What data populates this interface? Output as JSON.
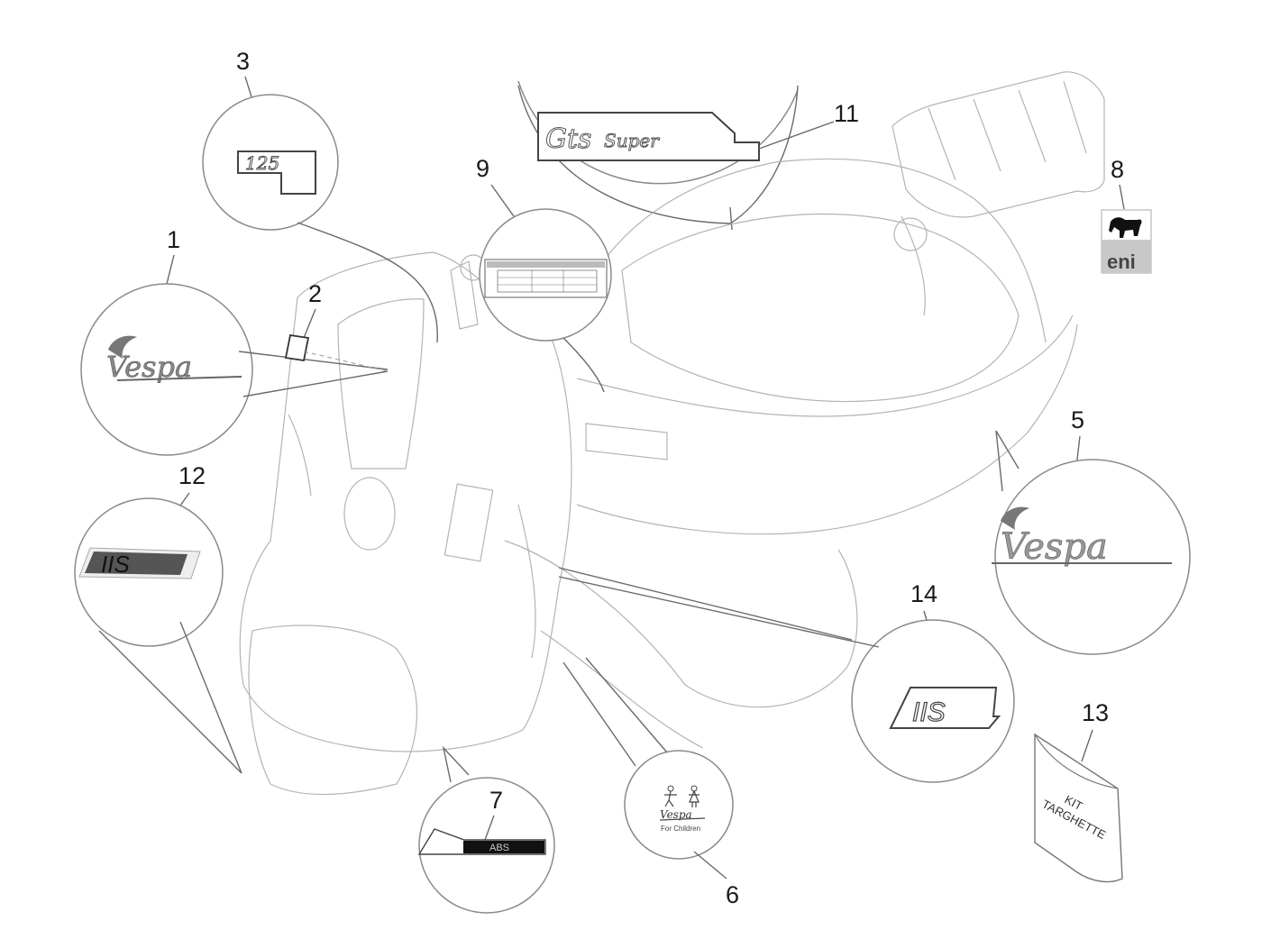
{
  "diagram": {
    "title": "Vespa GTS Super plates / emblems exploded view",
    "parts": [
      {
        "number": "1",
        "label": "1",
        "emblem_text": "Vespa",
        "description": "Vespa logo emblem (front shield)"
      },
      {
        "number": "2",
        "label": "2",
        "description": "small plate"
      },
      {
        "number": "3",
        "label": "3",
        "emblem_text": "125",
        "description": "125 badge"
      },
      {
        "number": "5",
        "label": "5",
        "emblem_text": "Vespa",
        "description": "Vespa logo emblem (side panel)"
      },
      {
        "number": "6",
        "label": "6",
        "emblem_text": "Vespa",
        "sub_text": "For Children",
        "description": "Vespa For Children sticker"
      },
      {
        "number": "7",
        "label": "7",
        "emblem_text": "ABS",
        "description": "ABS badge"
      },
      {
        "number": "8",
        "label": "8",
        "emblem_text": "eni",
        "description": "eni sticker"
      },
      {
        "number": "9",
        "label": "9",
        "description": "tyre pressure label"
      },
      {
        "number": "11",
        "label": "11",
        "emblem_text": "Gts",
        "emblem_text_2": "Super",
        "description": "GTS Super badge"
      },
      {
        "number": "12",
        "label": "12",
        "emblem_text": "IIS",
        "description": "IIS dark emblem"
      },
      {
        "number": "13",
        "label": "13",
        "emblem_text": "KIT",
        "emblem_text_2": "TARGHETTE",
        "description": "Plates kit bag"
      },
      {
        "number": "14",
        "label": "14",
        "emblem_text": "IIS",
        "description": "IIS outlined emblem"
      }
    ]
  }
}
